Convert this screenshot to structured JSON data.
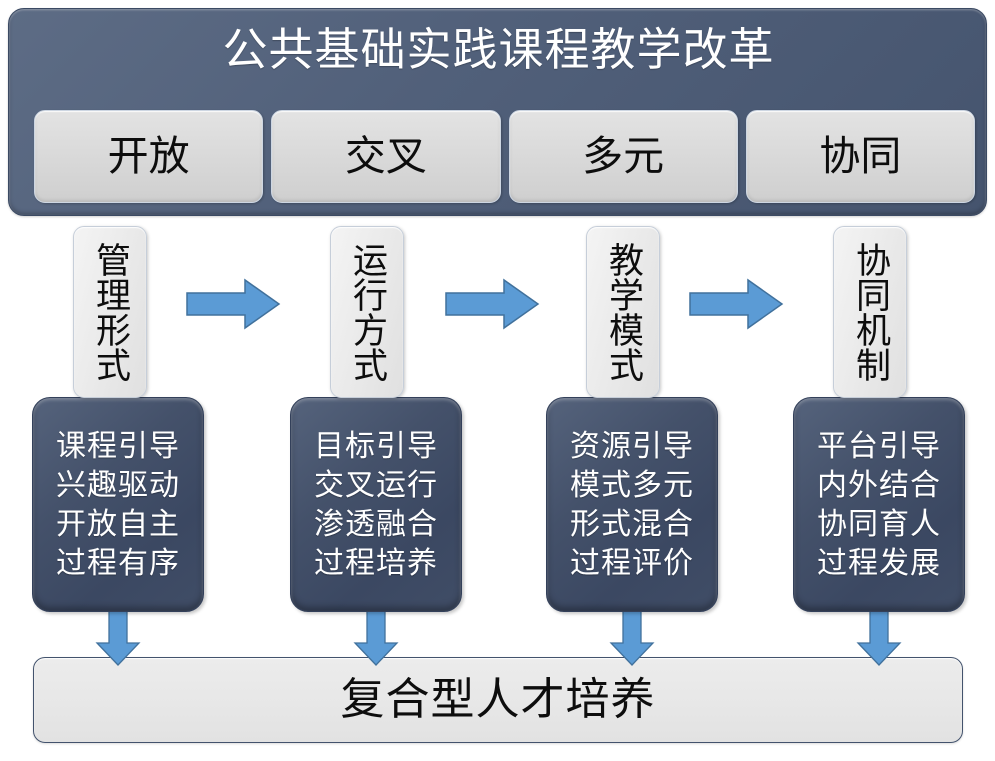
{
  "header": {
    "title": "公共基础实践课程教学改革",
    "pillars": [
      {
        "label": "开放"
      },
      {
        "label": "交叉"
      },
      {
        "label": "多元"
      },
      {
        "label": "协同"
      }
    ]
  },
  "stages": [
    {
      "label": "管理形式",
      "lines": [
        "课程引导",
        "兴趣驱动",
        "开放自主",
        "过程有序"
      ]
    },
    {
      "label": "运行方式",
      "lines": [
        "目标引导",
        "交叉运行",
        "渗透融合",
        "过程培养"
      ]
    },
    {
      "label": "教学模式",
      "lines": [
        "资源引导",
        "模式多元",
        "形式混合",
        "过程评价"
      ]
    },
    {
      "label": "协同机制",
      "lines": [
        "平台引导",
        "内外结合",
        "协同育人",
        "过程发展"
      ]
    }
  ],
  "outcome": {
    "label": "复合型人才培养"
  },
  "icons": {
    "arrow_right": "arrow-right-icon",
    "arrow_down": "arrow-down-icon"
  },
  "colors": {
    "header_panel": "#4e5d77",
    "pillar_fill": "#d9d9d9",
    "content_box": "#44516a",
    "arrow_fill": "#5b9bd5",
    "arrow_stroke": "#41719c",
    "bottom_bar": "#e7e7e7",
    "title_text": "#ffffff",
    "body_text": "#0d0d0d"
  }
}
